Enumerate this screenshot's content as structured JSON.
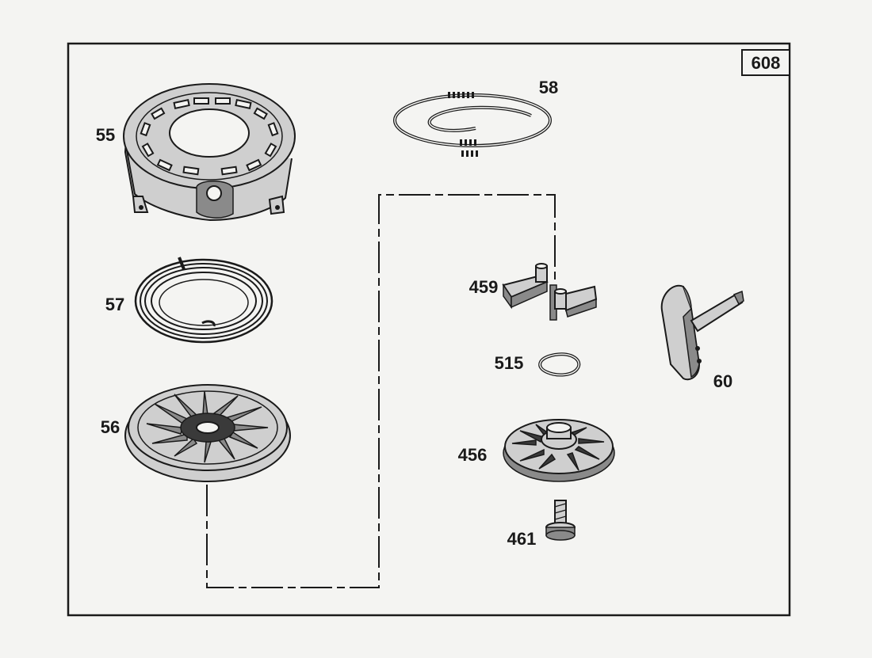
{
  "diagram": {
    "page_number": "608",
    "parts": [
      {
        "number": "55"
      },
      {
        "number": "58"
      },
      {
        "number": "57"
      },
      {
        "number": "459"
      },
      {
        "number": "515"
      },
      {
        "number": "60"
      },
      {
        "number": "56"
      },
      {
        "number": "456"
      },
      {
        "number": "461"
      }
    ]
  }
}
